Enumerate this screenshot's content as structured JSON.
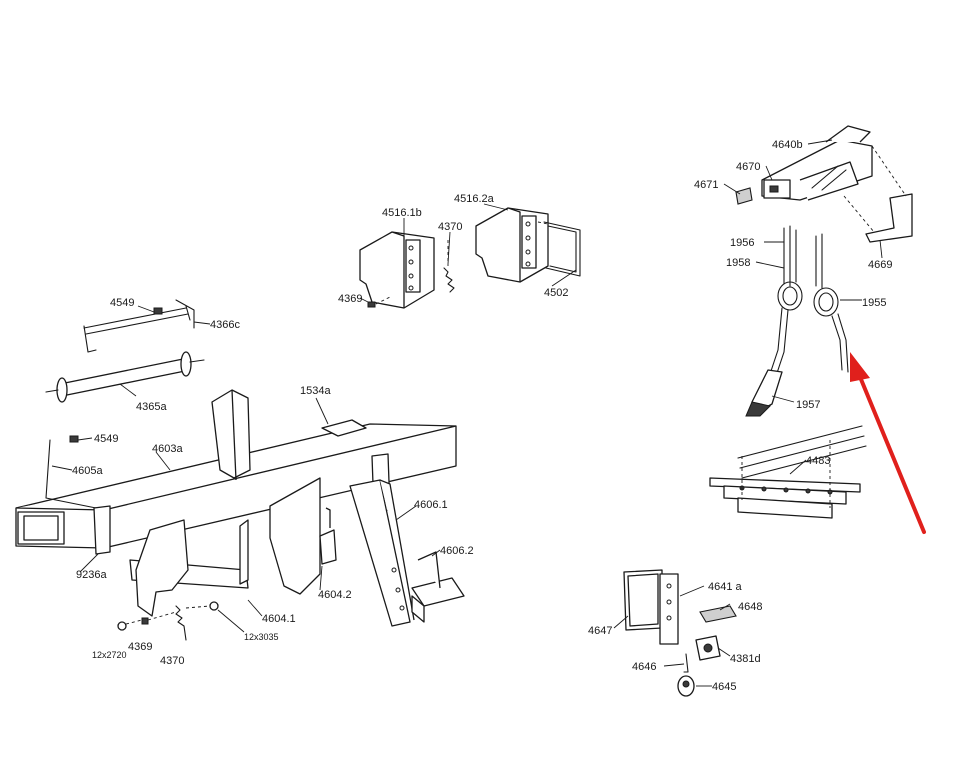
{
  "diagram": {
    "accent_arrow_color": "#e0201c",
    "labels": {
      "l4516_1b": "4516.1b",
      "l4516_2a": "4516.2a",
      "l4370_top": "4370",
      "l4369_top": "4369",
      "l4502": "4502",
      "l4640b": "4640b",
      "l4670": "4670",
      "l4671": "4671",
      "l4669": "4669",
      "l1956": "1956",
      "l1958": "1958",
      "l1955": "1955",
      "l1957": "1957",
      "l4483": "4483",
      "l4549_a": "4549",
      "l4366c": "4366c",
      "l4365a": "4365a",
      "l1534a": "1534a",
      "l4549_b": "4549",
      "l4603a": "4603a",
      "l4605a": "4605a",
      "l4606_1": "4606.1",
      "l4606_2": "4606.2",
      "l9236a": "9236a",
      "l4604_2": "4604.2",
      "l4604_1": "4604.1",
      "l12x3035": "12x3035",
      "l12x2720": "12x2720",
      "l4369_bot": "4369",
      "l4370_bot": "4370",
      "l4641a": "4641 a",
      "l4648": "4648",
      "l4647": "4647",
      "l4381d": "4381d",
      "l4646": "4646",
      "l4645": "4645"
    }
  }
}
